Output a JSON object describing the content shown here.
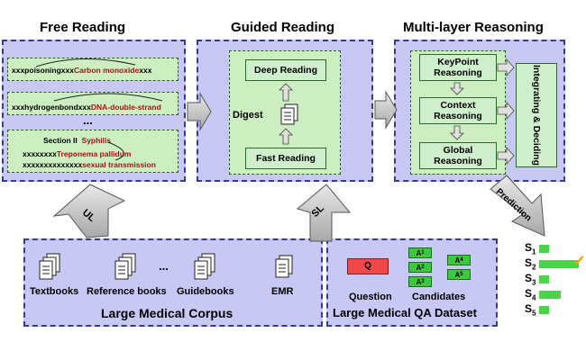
{
  "titles": {
    "free_reading": "Free Reading",
    "guided_reading": "Guided Reading",
    "multi_layer": "Multi-layer Reasoning"
  },
  "free_reading": {
    "line1_a": "xxxpoisoningxxx",
    "line1_b": "Carbon monoxide",
    "line1_c": "xxx",
    "line2_a": "xxxhydrogenbondxxx",
    "line2_b": "DNA-double-strand",
    "ellipsis": "...",
    "section": "Section II",
    "syphilis": "Syphilis",
    "line3_a": "xxxxxxxx",
    "line3_b": "Treponema pallidum",
    "line4_a": "xxxxxxxxxxxxxx",
    "line4_b": "sexual transmission"
  },
  "guided_reading": {
    "deep": "Deep Reading",
    "digest": "Digest",
    "fast": "Fast Reading"
  },
  "multi_layer": {
    "keypoint": "KeyPoint Reasoning",
    "context": "Context Reasoning",
    "global": "Global Reasoning",
    "integrating": "Integrating & Deciding"
  },
  "arrows": {
    "ul": "UL",
    "sl": "SL",
    "prediction": "Prediction"
  },
  "corpus": {
    "title": "Large Medical Corpus",
    "items": [
      "Textbooks",
      "Reference books",
      "Guidebooks",
      "EMR"
    ],
    "ellipsis": "..."
  },
  "qa": {
    "title": "Large Medical QA  Dataset",
    "question_label": "Question",
    "question_box": "Q",
    "candidates_label": "Candidates",
    "candidates": [
      "A",
      "A",
      "A",
      "A",
      "A"
    ],
    "candidate_subs": [
      "1",
      "2",
      "3",
      "4",
      "5"
    ]
  },
  "scores": {
    "labels": [
      "S",
      "S",
      "S",
      "S",
      "S"
    ],
    "subs": [
      "1",
      "2",
      "3",
      "4",
      "5"
    ],
    "values": [
      0.25,
      1.0,
      0.25,
      0.55,
      0.25
    ],
    "selected": 2,
    "check": "✔"
  },
  "colors": {
    "panel": "#c8c8f4",
    "green": "#cdeec0",
    "red_text": "#a01414",
    "check": "#f0a010"
  }
}
